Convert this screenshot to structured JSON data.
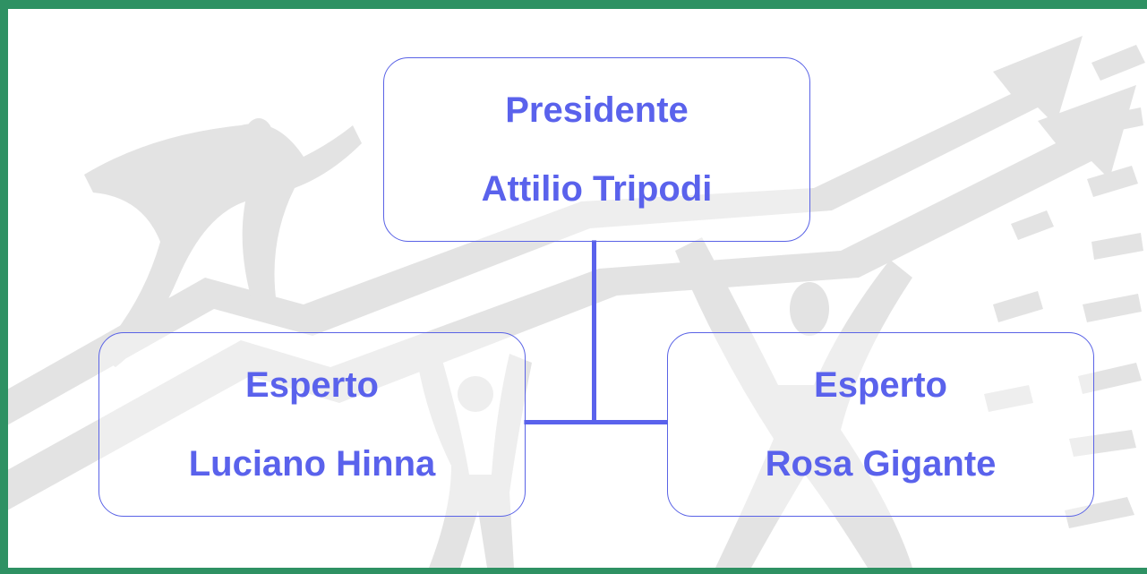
{
  "org_chart": {
    "root": {
      "role": "Presidente",
      "name": "Attilio Tripodi"
    },
    "children": [
      {
        "role": "Esperto",
        "name": "Luciano Hinna"
      },
      {
        "role": "Esperto",
        "name": "Rosa Gigante"
      }
    ]
  },
  "colors": {
    "frame": "#2e9163",
    "node_text": "#5a62ec",
    "node_border": "#5a63e6",
    "connector": "#5a62ec",
    "background_art": "#e1e1e1"
  }
}
